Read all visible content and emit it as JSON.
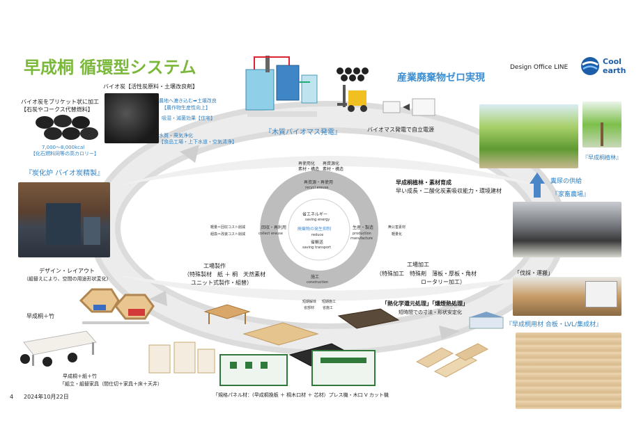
{
  "title": "早成桐 循環型システム",
  "brand": {
    "office": "Design Office LINE",
    "logo_line1": "Cool",
    "logo_line2": "earth"
  },
  "headline_right": "産業廃棄物ゼロ実現",
  "cycle_labels": {
    "biomass_power": "『木質バイオマス発電』",
    "self_power": "バイオマス発電で自立電源",
    "plantation": "『早成桐植林』",
    "manure": "糞尿の供給",
    "farm": "『家畜農場』",
    "logging": "「伐採・運搬」",
    "materials": "『早成桐用材 合板・LVL/集成材』",
    "carbonize": "『炭化炉 バイオ炭精製』"
  },
  "biochar": {
    "head": "バイオ炭【活性炭原料・土壌改良剤】",
    "soil": "農地へ漉き込む➡土壌改良",
    "soil2": "【農作物生産性向上】",
    "absorb": "吸湿・滅菌効果【住宅】",
    "water": "水質・廃気浄化",
    "water2": "【食品工場・上下水道・空気清浄】",
    "briquette1": "バイオ炭をブリケット状に加工",
    "briquette2": "【石炭やコークス代替燃料】",
    "kcal": "7,000～8,000kcal",
    "kcal2": "【化石燃料同等の高カロリー】"
  },
  "growth": {
    "head": "早成桐植林・素材育成",
    "sub": "早い成長・二酸化炭素吸収能力・環境建材"
  },
  "factory": {
    "head": "工場加工",
    "l1": "（特殊加工　特殊剤　薄板・厚板・角材",
    "l2": "ロータリー加工）"
  },
  "heat": {
    "head": "「熱化学還元処理」「燻煙熱処理」",
    "sub": "短時間での寸法・形状安定化"
  },
  "workshop": {
    "head": "工場製作",
    "l1": "（特殊製材　紙 ＋ 桐　天然素材",
    "l2": "ユニット式製作・組替）"
  },
  "design": {
    "head": "デザイン・レイアウト",
    "sub": "（組替えにより、空間の用途形状変化）"
  },
  "furniture1": "早成桐＋竹",
  "furniture2": {
    "head": "早成桐＋紙＋竹",
    "sub": "「組立・組替家具（間仕切＋家具＋床＋天井）"
  },
  "panel": "「規格パネル材：(早成桐挽板 ＋ 桐木口材 ＋ 芯材）プレス機・木口 V カット機",
  "center": {
    "top": "再資源・再使用",
    "top_en": "recycl ereuse",
    "left": "回収・再利用",
    "left_en": "collect  ereuse",
    "right": "生産・製造",
    "right_en1": "production",
    "right_en2": "manufacture",
    "bottom": "施工",
    "bottom_en": "construction",
    "core1": "省エネルギー",
    "core1_en": "saving energy",
    "core2": "廃棄物の発生抑制",
    "core2_en": "reduce",
    "core3": "省輸送",
    "core3_en": "saving transport",
    "ul1": "再使用化",
    "ul2": "素材・構造",
    "ur1": "再資源化",
    "ur2": "素材・構造",
    "r1": "無公害素材",
    "r2": "軽量化",
    "l1": "軽量＝回収コスト削減",
    "l2": "組換＝改装コスト削減",
    "bl1": "短期解体",
    "bl2": "省部材",
    "br1": "短期施工",
    "br2": "省施工"
  },
  "footer": {
    "page": "4",
    "date": "2024年10月22日"
  },
  "colors": {
    "title_green": "#7ab83a",
    "text_blue": "#2f82c4",
    "ring_gray": "#c8c8c8",
    "center_blue": "#4a8fd4"
  }
}
